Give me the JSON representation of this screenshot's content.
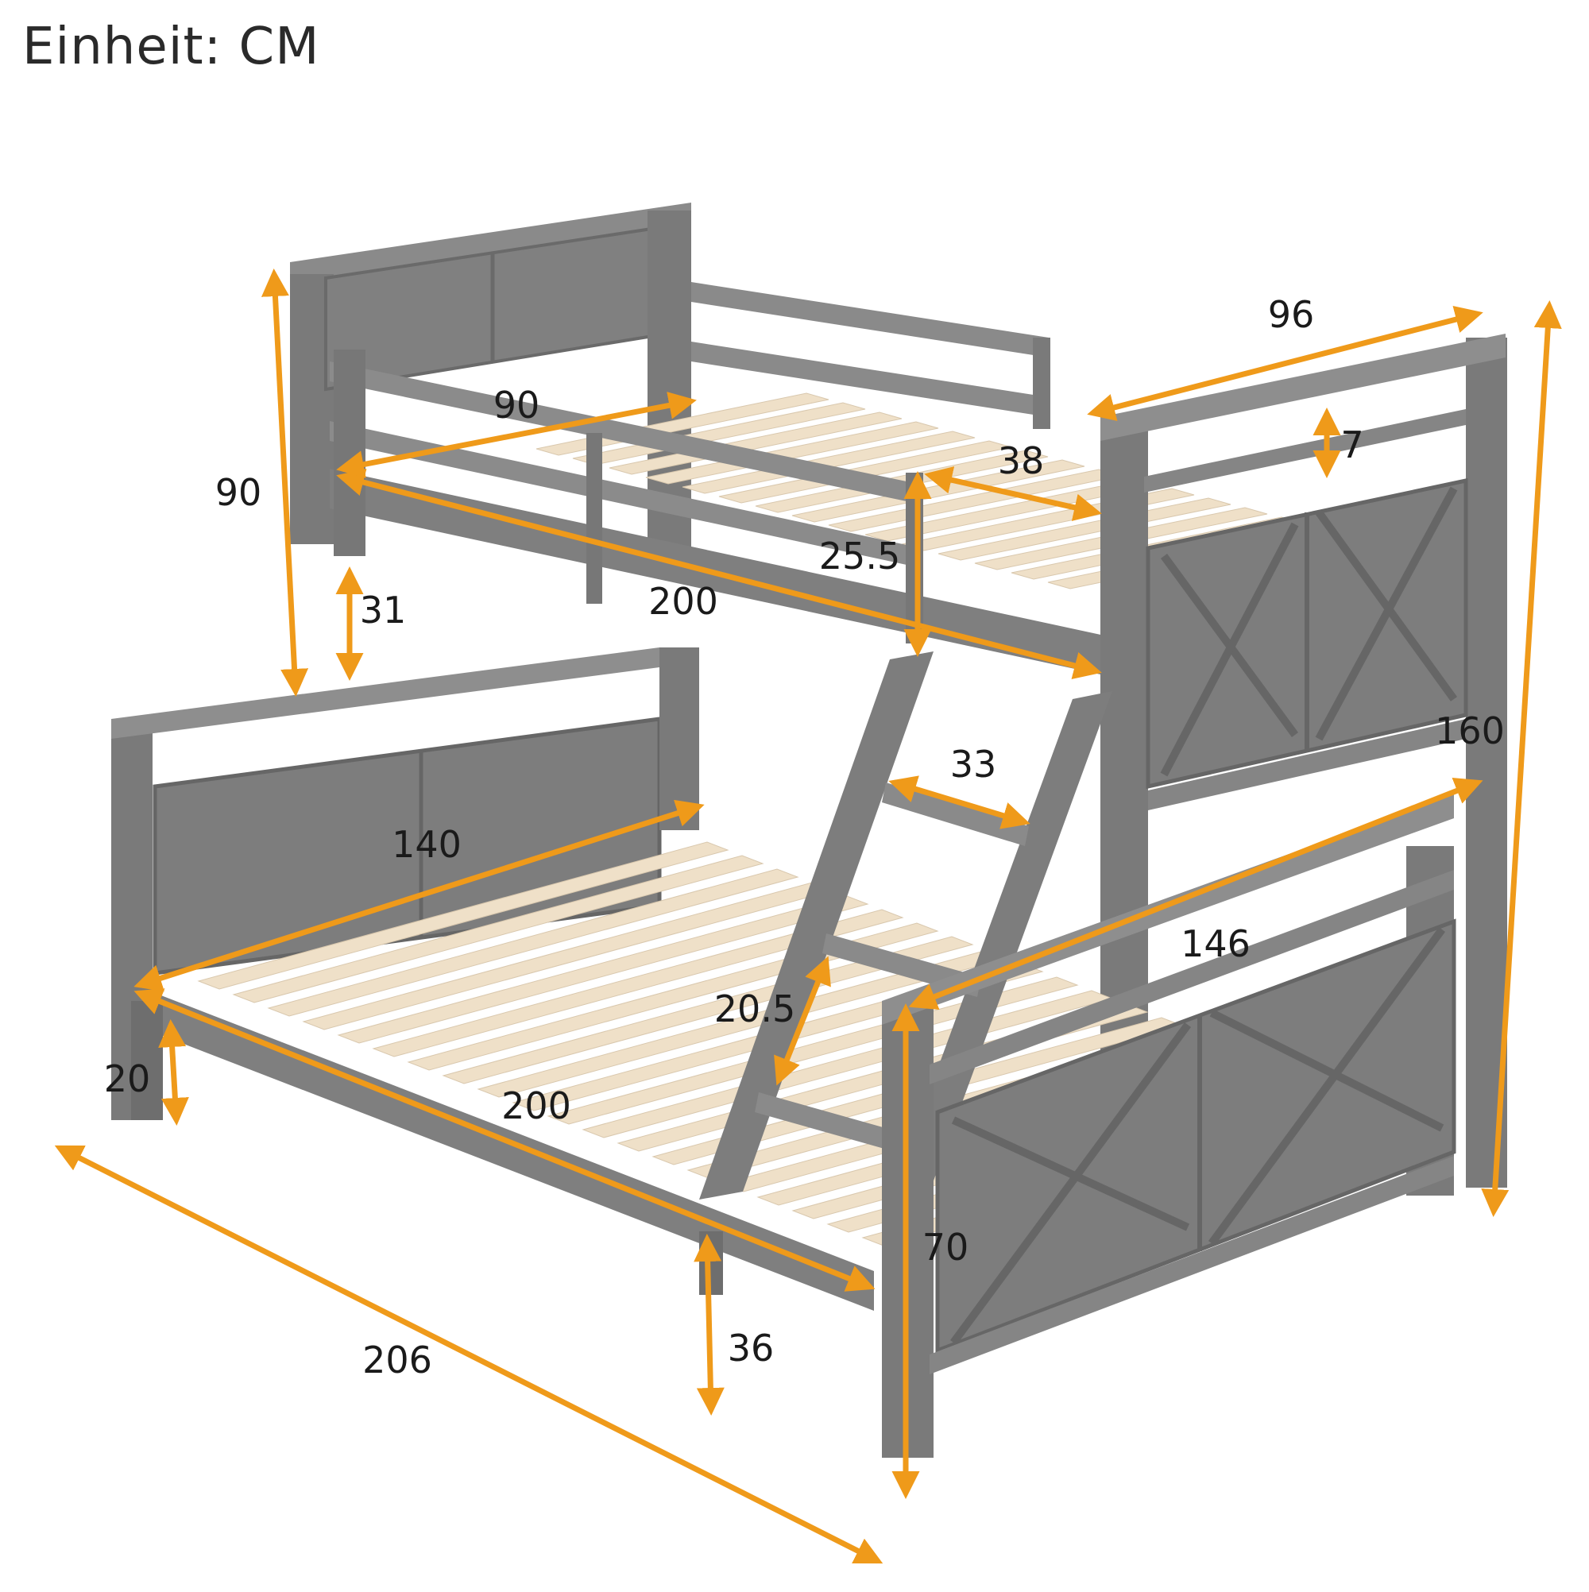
{
  "header": {
    "unit_label": "Einheit: CM"
  },
  "dimensions": {
    "upper_bunk_length": "200",
    "upper_bunk_width": "90",
    "upper_headboard_height": "90",
    "upper_guard_gap": "31",
    "upper_rail_height": "25.5",
    "ladder_opening": "38",
    "overall_depth_top": "96",
    "top_rail_gap": "7",
    "overall_height": "160",
    "ladder_step_width": "33",
    "lower_bunk_width": "140",
    "lower_outer_width": "146",
    "ladder_step_spacing": "20.5",
    "lower_bunk_length": "200",
    "lower_leg_height": "20",
    "lower_footboard_height": "70",
    "under_bed_clearance": "36",
    "overall_length": "206"
  },
  "colors": {
    "frame": "#7a7a7a",
    "frame_dark": "#5f5f5f",
    "frame_light": "#909090",
    "slat": "#efe0c8",
    "arrow": "#ef9a1a"
  }
}
